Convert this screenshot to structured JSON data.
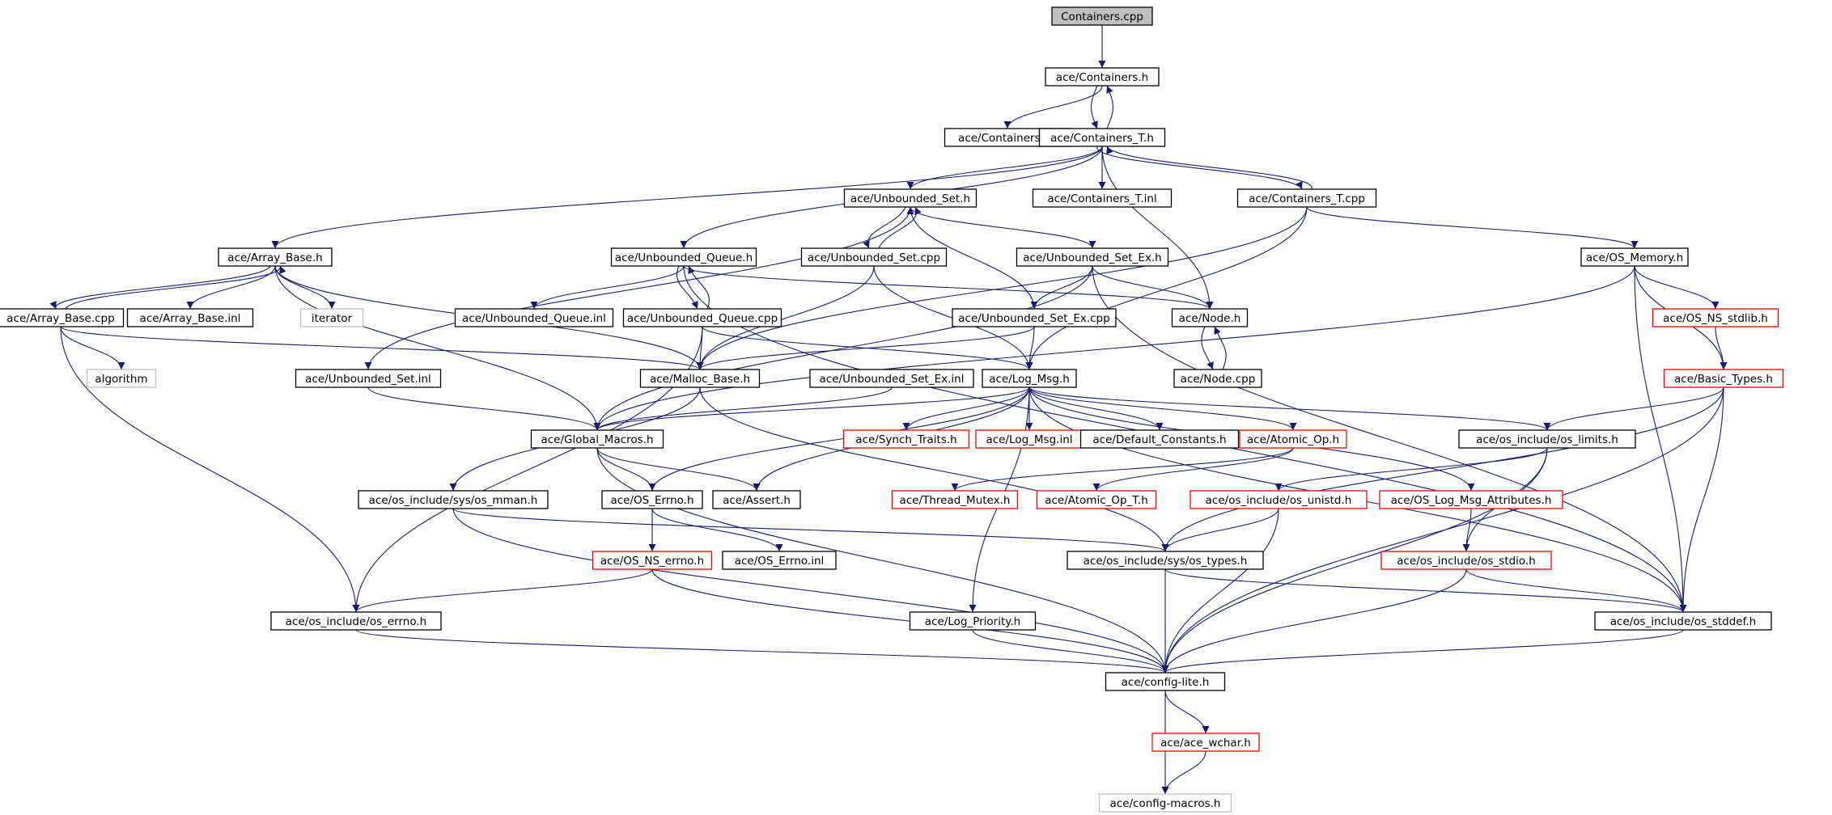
{
  "colors": {
    "root_fill": "#bfbfbf",
    "node_fill": "#ffffff",
    "normal_border": "#000000",
    "red_border": "#ff0000",
    "gray_border": "#bfbfbf",
    "edge": "#191970"
  },
  "nodes": [
    {
      "id": "containers_cpp",
      "label": "Containers.cpp",
      "style": "root"
    },
    {
      "id": "containers_h",
      "label": "ace/Containers.h",
      "style": "normal"
    },
    {
      "id": "containers_inl",
      "label": "ace/Containers.inl",
      "style": "normal"
    },
    {
      "id": "containers_t_h",
      "label": "ace/Containers_T.h",
      "style": "normal"
    },
    {
      "id": "unbounded_set_h",
      "label": "ace/Unbounded_Set.h",
      "style": "normal"
    },
    {
      "id": "containers_t_inl",
      "label": "ace/Containers_T.inl",
      "style": "normal"
    },
    {
      "id": "containers_t_cpp",
      "label": "ace/Containers_T.cpp",
      "style": "normal"
    },
    {
      "id": "array_base_h",
      "label": "ace/Array_Base.h",
      "style": "normal"
    },
    {
      "id": "unbounded_queue_h",
      "label": "ace/Unbounded_Queue.h",
      "style": "normal"
    },
    {
      "id": "unbounded_set_cpp",
      "label": "ace/Unbounded_Set.cpp",
      "style": "normal"
    },
    {
      "id": "unbounded_set_ex_h",
      "label": "ace/Unbounded_Set_Ex.h",
      "style": "normal"
    },
    {
      "id": "os_memory_h",
      "label": "ace/OS_Memory.h",
      "style": "normal"
    },
    {
      "id": "array_base_cpp",
      "label": "ace/Array_Base.cpp",
      "style": "normal"
    },
    {
      "id": "array_base_inl",
      "label": "ace/Array_Base.inl",
      "style": "normal"
    },
    {
      "id": "iterator",
      "label": "iterator",
      "style": "gray"
    },
    {
      "id": "unbounded_queue_inl",
      "label": "ace/Unbounded_Queue.inl",
      "style": "normal"
    },
    {
      "id": "unbounded_queue_cpp",
      "label": "ace/Unbounded_Queue.cpp",
      "style": "normal"
    },
    {
      "id": "unbounded_set_ex_cpp",
      "label": "ace/Unbounded_Set_Ex.cpp",
      "style": "normal"
    },
    {
      "id": "node_h",
      "label": "ace/Node.h",
      "style": "normal"
    },
    {
      "id": "os_ns_stdlib_h",
      "label": "ace/OS_NS_stdlib.h",
      "style": "red"
    },
    {
      "id": "algorithm",
      "label": "algorithm",
      "style": "gray"
    },
    {
      "id": "unbounded_set_inl",
      "label": "ace/Unbounded_Set.inl",
      "style": "normal"
    },
    {
      "id": "malloc_base_h",
      "label": "ace/Malloc_Base.h",
      "style": "normal"
    },
    {
      "id": "unbounded_set_ex_inl",
      "label": "ace/Unbounded_Set_Ex.inl",
      "style": "normal"
    },
    {
      "id": "log_msg_h",
      "label": "ace/Log_Msg.h",
      "style": "normal"
    },
    {
      "id": "node_cpp",
      "label": "ace/Node.cpp",
      "style": "normal"
    },
    {
      "id": "basic_types_h",
      "label": "ace/Basic_Types.h",
      "style": "red"
    },
    {
      "id": "global_macros_h",
      "label": "ace/Global_Macros.h",
      "style": "normal"
    },
    {
      "id": "synch_traits_h",
      "label": "ace/Synch_Traits.h",
      "style": "red"
    },
    {
      "id": "log_msg_inl",
      "label": "ace/Log_Msg.inl",
      "style": "red"
    },
    {
      "id": "default_constants_h",
      "label": "ace/Default_Constants.h",
      "style": "normal"
    },
    {
      "id": "atomic_op_h",
      "label": "ace/Atomic_Op.h",
      "style": "red"
    },
    {
      "id": "os_limits_h",
      "label": "ace/os_include/os_limits.h",
      "style": "normal"
    },
    {
      "id": "os_mman_h",
      "label": "ace/os_include/sys/os_mman.h",
      "style": "normal"
    },
    {
      "id": "os_errno_h",
      "label": "ace/OS_Errno.h",
      "style": "normal"
    },
    {
      "id": "assert_h",
      "label": "ace/Assert.h",
      "style": "normal"
    },
    {
      "id": "thread_mutex_h",
      "label": "ace/Thread_Mutex.h",
      "style": "red"
    },
    {
      "id": "atomic_op_t_h",
      "label": "ace/Atomic_Op_T.h",
      "style": "red"
    },
    {
      "id": "os_unistd_h",
      "label": "ace/os_include/os_unistd.h",
      "style": "red"
    },
    {
      "id": "os_log_msg_attributes_h",
      "label": "ace/OS_Log_Msg_Attributes.h",
      "style": "red"
    },
    {
      "id": "os_ns_errno_h",
      "label": "ace/OS_NS_errno.h",
      "style": "red"
    },
    {
      "id": "os_errno_inl",
      "label": "ace/OS_Errno.inl",
      "style": "normal"
    },
    {
      "id": "os_types_h",
      "label": "ace/os_include/sys/os_types.h",
      "style": "normal"
    },
    {
      "id": "os_stdio_h",
      "label": "ace/os_include/os_stdio.h",
      "style": "red"
    },
    {
      "id": "os_inc_errno_h",
      "label": "ace/os_include/os_errno.h",
      "style": "normal"
    },
    {
      "id": "log_priority_h",
      "label": "ace/Log_Priority.h",
      "style": "normal"
    },
    {
      "id": "os_stddef_h",
      "label": "ace/os_include/os_stddef.h",
      "style": "normal"
    },
    {
      "id": "config_lite_h",
      "label": "ace/config-lite.h",
      "style": "normal"
    },
    {
      "id": "ace_wchar_h",
      "label": "ace/ace_wchar.h",
      "style": "red"
    },
    {
      "id": "config_macros_h",
      "label": "ace/config-macros.h",
      "style": "gray"
    }
  ],
  "edges": [
    [
      "containers_cpp",
      "containers_h"
    ],
    [
      "containers_h",
      "containers_inl"
    ],
    [
      "containers_h",
      "containers_t_h"
    ],
    [
      "containers_t_h",
      "containers_h"
    ],
    [
      "containers_t_h",
      "unbounded_set_h"
    ],
    [
      "containers_t_h",
      "containers_t_inl"
    ],
    [
      "containers_t_h",
      "containers_t_cpp"
    ],
    [
      "containers_t_h",
      "array_base_h"
    ],
    [
      "containers_t_h",
      "unbounded_queue_h"
    ],
    [
      "containers_t_h",
      "node_h"
    ],
    [
      "containers_t_cpp",
      "containers_t_h"
    ],
    [
      "containers_t_cpp",
      "os_memory_h"
    ],
    [
      "containers_t_cpp",
      "malloc_base_h"
    ],
    [
      "containers_t_cpp",
      "log_msg_h"
    ],
    [
      "unbounded_set_h",
      "unbounded_set_cpp"
    ],
    [
      "unbounded_set_cpp",
      "unbounded_set_h"
    ],
    [
      "unbounded_set_h",
      "unbounded_set_ex_h"
    ],
    [
      "unbounded_set_h",
      "unbounded_set_inl"
    ],
    [
      "unbounded_set_cpp",
      "malloc_base_h"
    ],
    [
      "unbounded_set_cpp",
      "log_msg_h"
    ],
    [
      "unbounded_set_ex_h",
      "unbounded_set_ex_cpp"
    ],
    [
      "unbounded_set_ex_cpp",
      "unbounded_set_h"
    ],
    [
      "unbounded_set_ex_h",
      "node_h"
    ],
    [
      "unbounded_set_ex_h",
      "os_stddef_h"
    ],
    [
      "unbounded_set_ex_h",
      "global_macros_h"
    ],
    [
      "unbounded_set_ex_cpp",
      "malloc_base_h"
    ],
    [
      "unbounded_set_ex_cpp",
      "log_msg_h"
    ],
    [
      "array_base_h",
      "array_base_cpp"
    ],
    [
      "array_base_cpp",
      "array_base_h"
    ],
    [
      "array_base_h",
      "array_base_inl"
    ],
    [
      "array_base_h",
      "iterator"
    ],
    [
      "array_base_h",
      "malloc_base_h"
    ],
    [
      "array_base_h",
      "global_macros_h"
    ],
    [
      "array_base_cpp",
      "algorithm"
    ],
    [
      "array_base_cpp",
      "malloc_base_h"
    ],
    [
      "array_base_cpp",
      "os_inc_errno_h"
    ],
    [
      "unbounded_queue_h",
      "unbounded_queue_inl"
    ],
    [
      "unbounded_queue_h",
      "unbounded_queue_cpp"
    ],
    [
      "unbounded_queue_cpp",
      "unbounded_queue_h"
    ],
    [
      "unbounded_queue_h",
      "node_h"
    ],
    [
      "unbounded_queue_h",
      "os_stddef_h"
    ],
    [
      "unbounded_queue_cpp",
      "malloc_base_h"
    ],
    [
      "unbounded_queue_cpp",
      "log_msg_h"
    ],
    [
      "unbounded_queue_cpp",
      "os_inc_errno_h"
    ],
    [
      "node_h",
      "node_cpp"
    ],
    [
      "node_cpp",
      "node_h"
    ],
    [
      "os_memory_h",
      "os_ns_stdlib_h"
    ],
    [
      "os_memory_h",
      "basic_types_h"
    ],
    [
      "os_memory_h",
      "os_stddef_h"
    ],
    [
      "os_memory_h",
      "global_macros_h"
    ],
    [
      "os_ns_stdlib_h",
      "basic_types_h"
    ],
    [
      "basic_types_h",
      "os_limits_h"
    ],
    [
      "basic_types_h",
      "os_types_h"
    ],
    [
      "basic_types_h",
      "os_stddef_h"
    ],
    [
      "basic_types_h",
      "config_lite_h"
    ],
    [
      "unbounded_set_inl",
      "global_macros_h"
    ],
    [
      "unbounded_set_ex_inl",
      "global_macros_h"
    ],
    [
      "malloc_base_h",
      "os_mman_h"
    ],
    [
      "malloc_base_h",
      "os_types_h"
    ],
    [
      "log_msg_h",
      "global_macros_h"
    ],
    [
      "log_msg_h",
      "synch_traits_h"
    ],
    [
      "log_msg_h",
      "log_msg_inl"
    ],
    [
      "log_msg_h",
      "default_constants_h"
    ],
    [
      "log_msg_h",
      "atomic_op_h"
    ],
    [
      "log_msg_h",
      "os_limits_h"
    ],
    [
      "log_msg_h",
      "os_log_msg_attributes_h"
    ],
    [
      "log_msg_h",
      "os_errno_h"
    ],
    [
      "log_msg_h",
      "assert_h"
    ],
    [
      "log_msg_h",
      "log_priority_h"
    ],
    [
      "log_msg_h",
      "os_stddef_h"
    ],
    [
      "global_macros_h",
      "os_errno_h"
    ],
    [
      "global_macros_h",
      "assert_h"
    ],
    [
      "global_macros_h",
      "config_lite_h"
    ],
    [
      "atomic_op_h",
      "thread_mutex_h"
    ],
    [
      "atomic_op_h",
      "atomic_op_t_h"
    ],
    [
      "os_limits_h",
      "os_unistd_h"
    ],
    [
      "os_limits_h",
      "os_stdio_h"
    ],
    [
      "os_limits_h",
      "config_lite_h"
    ],
    [
      "os_log_msg_attributes_h",
      "os_stdio_h"
    ],
    [
      "os_errno_h",
      "os_ns_errno_h"
    ],
    [
      "os_errno_h",
      "os_errno_inl"
    ],
    [
      "os_mman_h",
      "os_types_h"
    ],
    [
      "os_mman_h",
      "config_lite_h"
    ],
    [
      "os_unistd_h",
      "os_types_h"
    ],
    [
      "os_unistd_h",
      "config_lite_h"
    ],
    [
      "os_ns_errno_h",
      "os_inc_errno_h"
    ],
    [
      "os_ns_errno_h",
      "config_lite_h"
    ],
    [
      "os_types_h",
      "config_lite_h"
    ],
    [
      "os_types_h",
      "os_stddef_h"
    ],
    [
      "os_stdio_h",
      "os_stddef_h"
    ],
    [
      "os_stdio_h",
      "config_lite_h"
    ],
    [
      "os_inc_errno_h",
      "config_lite_h"
    ],
    [
      "log_priority_h",
      "config_lite_h"
    ],
    [
      "os_stddef_h",
      "config_lite_h"
    ],
    [
      "config_lite_h",
      "ace_wchar_h"
    ],
    [
      "config_lite_h",
      "config_macros_h"
    ],
    [
      "ace_wchar_h",
      "config_macros_h"
    ]
  ]
}
